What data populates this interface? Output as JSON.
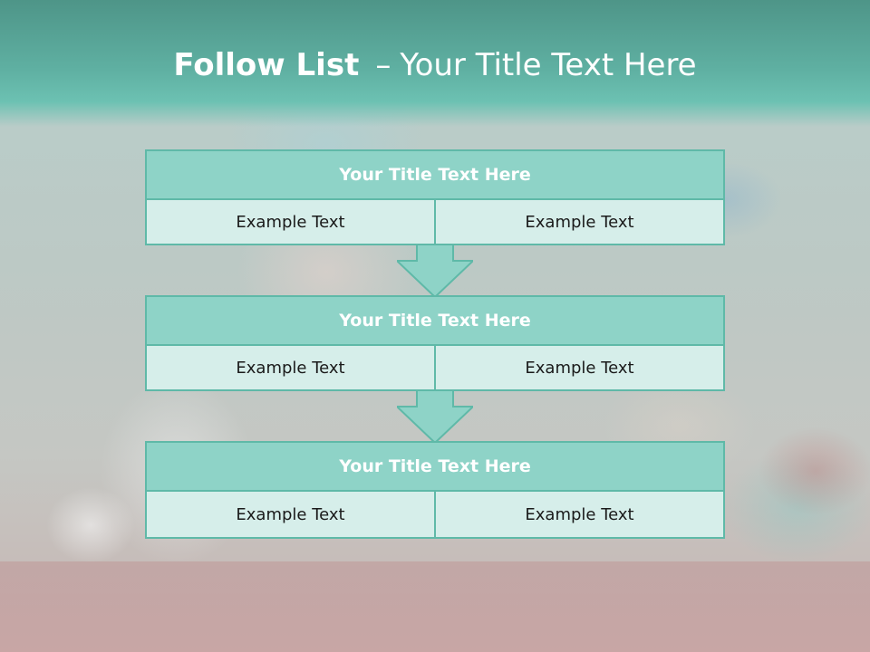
{
  "header": {
    "title_bold": "Follow List",
    "title_separator": "–",
    "title_rest": "Your Title Text Here"
  },
  "colors": {
    "header": "#5fb0a2",
    "box_title": "#8ed3c7",
    "box_cell": "#d6eeea",
    "border": "#5fb9a8"
  },
  "steps": [
    {
      "title": "Your Title Text Here",
      "left": "Example Text",
      "right": "Example Text"
    },
    {
      "title": "Your Title Text Here",
      "left": "Example Text",
      "right": "Example Text"
    },
    {
      "title": "Your Title Text Here",
      "left": "Example Text",
      "right": "Example Text"
    }
  ]
}
